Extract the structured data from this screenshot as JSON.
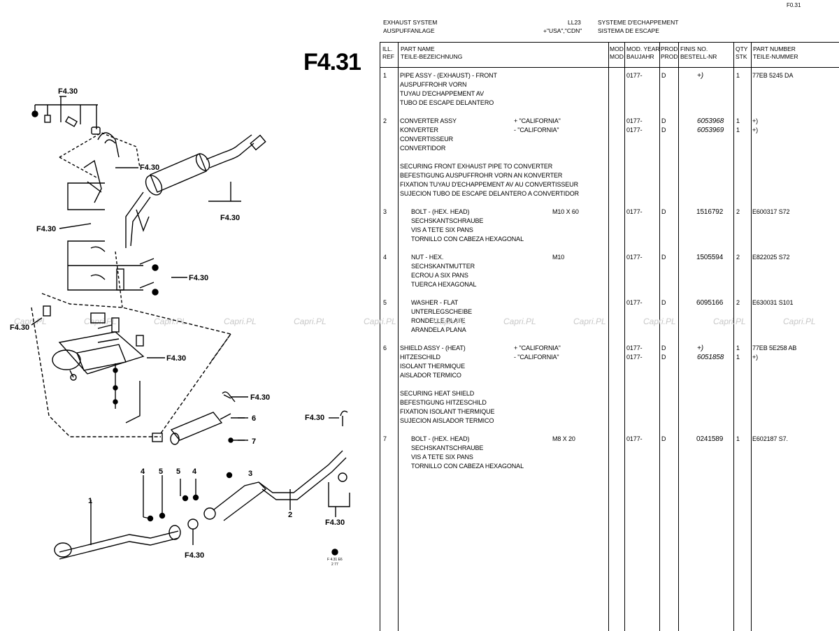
{
  "page_ref": "F0.31",
  "page_badge": "F4.31",
  "header": {
    "title_en": "EXHAUST SYSTEM",
    "title_de": "AUSPUFFANLAGE",
    "model_code": "LL23",
    "model_market": "+\"USA\",\"CDN\"",
    "title_fr": "SYSTEME D'ECHAPPEMENT",
    "title_es": "SISTEMA DE ESCAPE"
  },
  "columns": {
    "ill_ref": [
      "ILL.",
      "REF"
    ],
    "part_name": [
      "PART NAME",
      "TEILE-BEZEICHNUNG"
    ],
    "mod": [
      "MOD",
      "MOD"
    ],
    "year": [
      "MOD. YEAR",
      "BAUJAHR"
    ],
    "prod": [
      "PROD",
      "PROD"
    ],
    "finis": [
      "FINIS NO.",
      "BESTELL-NR"
    ],
    "qty": [
      "QTY",
      "STK"
    ],
    "part_number": [
      "PART NUMBER",
      "TEILE-NUMMER"
    ]
  },
  "rows": [
    {
      "ref": "1",
      "names": [
        "PIPE ASSY - (EXHAUST) - FRONT",
        "AUSPUFFROHR VORN",
        "TUYAU D'ECHAPPEMENT AV",
        "TUBO DE ESCAPE DELANTERO"
      ],
      "spec": [],
      "indent": false,
      "year": [
        "0177-"
      ],
      "prod": [
        "D"
      ],
      "finis": [
        "+)"
      ],
      "finis_italic": true,
      "qty": [
        "1"
      ],
      "partno": [
        "77EB 5245 DA"
      ]
    },
    {
      "ref": "2",
      "names": [
        "CONVERTER ASSY",
        "KONVERTER",
        "CONVERTISSEUR",
        "CONVERTIDOR"
      ],
      "spec": [
        "+ \"CALIFORNIA\"",
        "- \"CALIFORNIA\""
      ],
      "indent": false,
      "year": [
        "0177-",
        "0177-"
      ],
      "prod": [
        "D",
        "D"
      ],
      "finis": [
        "6053968",
        "6053969"
      ],
      "finis_italic": true,
      "qty": [
        "1",
        "1"
      ],
      "partno": [
        "+)",
        "+)"
      ]
    },
    {
      "ref": "",
      "names": [
        "SECURING FRONT EXHAUST PIPE TO CONVERTER",
        "BEFESTIGUNG AUSPUFFROHR VORN AN KONVERTER",
        "FIXATION TUYAU D'ECHAPPEMENT AV AU CONVERTISSEUR",
        "SUJECION TUBO DE ESCAPE DELANTERO A CONVERTIDOR"
      ],
      "spec": [],
      "indent": false,
      "year": [],
      "prod": [],
      "finis": [],
      "finis_italic": false,
      "qty": [],
      "partno": []
    },
    {
      "ref": "3",
      "names": [
        "BOLT - (HEX. HEAD)",
        "SECHSKANTSCHRAUBE",
        "VIS A TETE SIX PANS",
        "TORNILLO CON CABEZA HEXAGONAL"
      ],
      "spec": [
        "M10 X 60"
      ],
      "indent": true,
      "year": [
        "0177-"
      ],
      "prod": [
        "D"
      ],
      "finis": [
        "1516792"
      ],
      "finis_italic": false,
      "qty": [
        "2"
      ],
      "partno": [
        "E600317 S72"
      ]
    },
    {
      "ref": "4",
      "names": [
        "NUT - HEX.",
        "SECHSKANTMUTTER",
        "ECROU A SIX PANS",
        "TUERCA HEXAGONAL"
      ],
      "spec": [
        "M10"
      ],
      "indent": true,
      "year": [
        "0177-"
      ],
      "prod": [
        "D"
      ],
      "finis": [
        "1505594"
      ],
      "finis_italic": false,
      "qty": [
        "2"
      ],
      "partno": [
        "E822025 S72"
      ]
    },
    {
      "ref": "5",
      "names": [
        "WASHER - FLAT",
        "UNTERLEGSCHEIBE",
        "RONDELLE PLATE",
        "ARANDELA PLANA"
      ],
      "spec": [],
      "indent": true,
      "year": [
        "0177-"
      ],
      "prod": [
        "D"
      ],
      "finis": [
        "6095166"
      ],
      "finis_italic": false,
      "qty": [
        "2"
      ],
      "partno": [
        "E630031 S101"
      ]
    },
    {
      "ref": "6",
      "names": [
        "SHIELD ASSY - (HEAT)",
        "HITZESCHILD",
        "ISOLANT THERMIQUE",
        "AISLADOR TERMICO"
      ],
      "spec": [
        "+ \"CALIFORNIA\"",
        "- \"CALIFORNIA\""
      ],
      "indent": false,
      "year": [
        "0177-",
        "0177-"
      ],
      "prod": [
        "D",
        "D"
      ],
      "finis": [
        "+)",
        "6051858"
      ],
      "finis_italic": true,
      "qty": [
        "1",
        "1"
      ],
      "partno": [
        "77EB 5E258 AB",
        "+)"
      ]
    },
    {
      "ref": "",
      "names": [
        "SECURING HEAT SHIELD",
        "BEFESTIGUNG HITZESCHILD",
        "FIXATION ISOLANT THERMIQUE",
        "SUJECION AISLADOR TERMICO"
      ],
      "spec": [],
      "indent": false,
      "year": [],
      "prod": [],
      "finis": [],
      "finis_italic": false,
      "qty": [],
      "partno": []
    },
    {
      "ref": "7",
      "names": [
        "BOLT - (HEX. HEAD)",
        "SECHSKANTSCHRAUBE",
        "VIS A TETE SIX PANS",
        "TORNILLO CON CABEZA HEXAGONAL"
      ],
      "spec": [
        "M8 X 20"
      ],
      "indent": true,
      "year": [
        "0177-"
      ],
      "prod": [
        "D"
      ],
      "finis": [
        "0241589"
      ],
      "finis_italic": false,
      "qty": [
        "1"
      ],
      "partno": [
        "E602187 S7."
      ]
    }
  ],
  "diagram_labels": {
    "ref_f430": "F4.30",
    "callouts": [
      "1",
      "2",
      "3",
      "4",
      "5",
      "5",
      "4",
      "6",
      "7"
    ],
    "stamp": [
      "F 4.31 E6",
      "2 77"
    ]
  },
  "watermark": "Capri.PL"
}
